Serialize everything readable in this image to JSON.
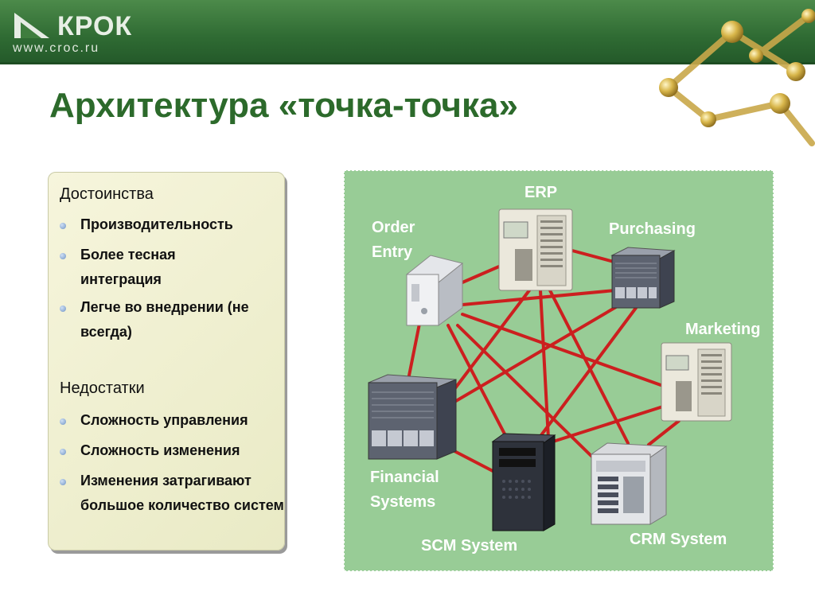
{
  "header": {
    "logo_text": "КРОК",
    "logo_url": "www.croc.ru"
  },
  "slide": {
    "title": "Архитектура «точка-точка»"
  },
  "advantages": {
    "heading": "Достоинства",
    "items": [
      "Производительность",
      "Более тесная интеграция",
      "Легче во внедрении (не всегда)"
    ]
  },
  "disadvantages": {
    "heading": "Недостатки",
    "items": [
      "Сложность управления",
      "Сложность изменения",
      "Изменения затрагивают большое количество систем"
    ]
  },
  "diagram": {
    "nodes": {
      "erp": "ERP",
      "order_entry": "Order Entry",
      "purchasing": "Purchasing",
      "marketing": "Marketing",
      "financial": "Financial Systems",
      "scm": "SCM System",
      "crm": "CRM System"
    },
    "connections": [
      [
        "Order Entry",
        "ERP"
      ],
      [
        "Order Entry",
        "Purchasing"
      ],
      [
        "Order Entry",
        "Marketing"
      ],
      [
        "Order Entry",
        "Financial Systems"
      ],
      [
        "Order Entry",
        "SCM System"
      ],
      [
        "Order Entry",
        "CRM System"
      ],
      [
        "ERP",
        "Purchasing"
      ],
      [
        "ERP",
        "Financial Systems"
      ],
      [
        "ERP",
        "SCM System"
      ],
      [
        "ERP",
        "CRM System"
      ],
      [
        "Purchasing",
        "Financial Systems"
      ],
      [
        "Purchasing",
        "SCM System"
      ],
      [
        "Marketing",
        "SCM System"
      ],
      [
        "Marketing",
        "CRM System"
      ],
      [
        "Financial Systems",
        "SCM System"
      ]
    ],
    "colors": {
      "background": "#98cc96",
      "link": "#cc1f1f",
      "label": "#ffffff"
    }
  }
}
